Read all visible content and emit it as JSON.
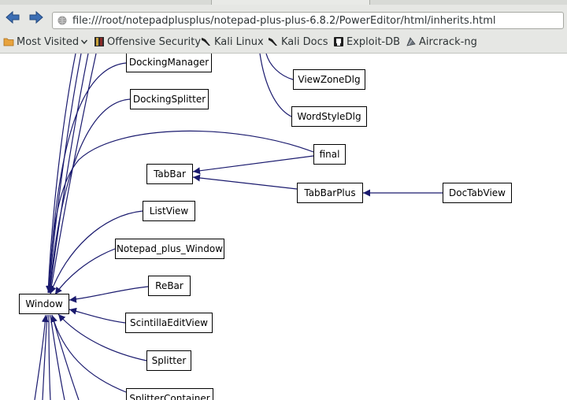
{
  "browser": {
    "url": "file:///root/notepadplusplus/notepad-plus-plus-6.8.2/PowerEditor/html/inherits.html"
  },
  "bookmarks": {
    "most_visited": "Most Visited",
    "offensive_security": "Offensive Security",
    "kali_linux": "Kali Linux",
    "kali_docs": "Kali Docs",
    "exploit_db": "Exploit-DB",
    "aircrack": "Aircrack-ng"
  },
  "diagram": {
    "nodes": {
      "docking_manager": "DockingManager",
      "docking_splitter": "DockingSplitter",
      "view_zone_dlg": "ViewZoneDlg",
      "word_style_dlg": "WordStyleDlg",
      "final": "final",
      "tab_bar": "TabBar",
      "tab_bar_plus": "TabBarPlus",
      "doc_tab_view": "DocTabView",
      "list_view": "ListView",
      "notepad_plus_window": "Notepad_plus_Window",
      "rebar": "ReBar",
      "window": "Window",
      "scintilla_edit_view": "ScintillaEditView",
      "splitter": "Splitter",
      "splitter_container": "SplitterContainer"
    }
  },
  "colors": {
    "edge": "#1a1a6e",
    "chrome": "#e6e7e4"
  }
}
